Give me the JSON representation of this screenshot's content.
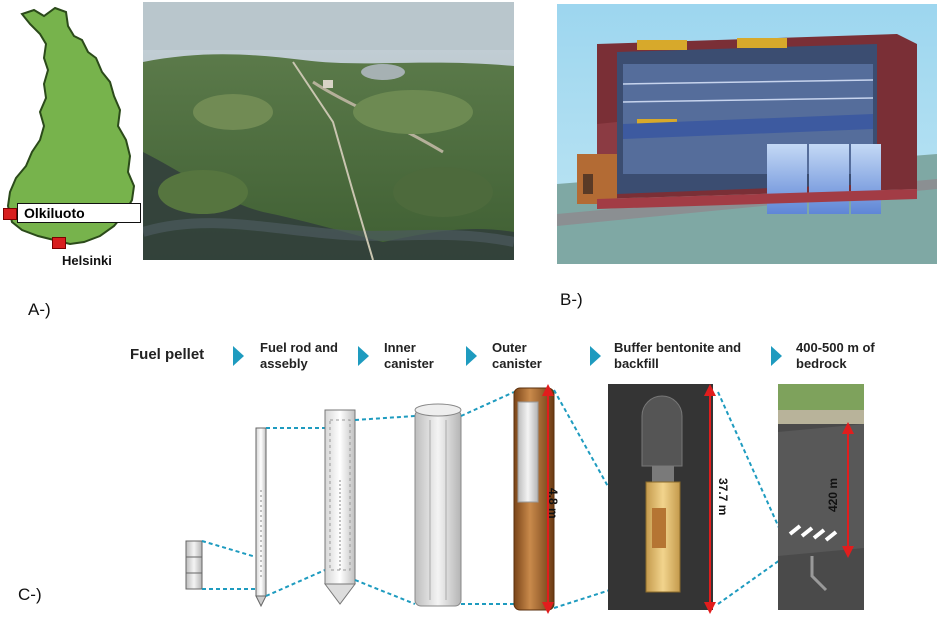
{
  "panels": {
    "a_label": "A-)",
    "b_label": "B-)",
    "c_label": "C-)"
  },
  "map": {
    "city_olkiluoto": "Olkiluoto",
    "city_helsinki": "Helsinki",
    "land_color": "#77b34c",
    "marker_color": "#d81f1f"
  },
  "flow": {
    "steps": [
      {
        "label": "Fuel pellet"
      },
      {
        "label": "Fuel rod and assebly"
      },
      {
        "label": "Inner canister"
      },
      {
        "label": "Outer canister"
      },
      {
        "label": "Buffer bentonite and backfill"
      },
      {
        "label": "400-500 m of bedrock"
      }
    ],
    "chevron_color": "#1e9bbf"
  },
  "dimensions": {
    "canister_height": "4.8 m",
    "tunnel_height": "37.7 m",
    "bedrock_depth": "420 m",
    "arrow_color": "#e11d1d"
  }
}
